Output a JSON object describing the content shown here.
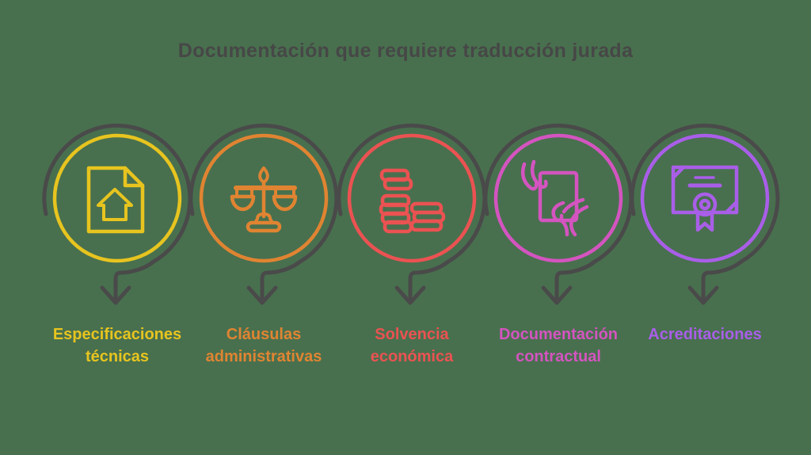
{
  "title": "Documentación que requiere traducción jurada",
  "background_color": "#48704E",
  "arrow_color": "#4A4A4A",
  "title_color": "#474747",
  "items": [
    {
      "label_lines": [
        "Especificaciones",
        "técnicas"
      ],
      "color": "#E7C41F",
      "icon": "document-home-icon"
    },
    {
      "label_lines": [
        "Cláusulas",
        "administrativas"
      ],
      "color": "#E08432",
      "icon": "scales-icon"
    },
    {
      "label_lines": [
        "Solvencia",
        "económica"
      ],
      "color": "#EB5252",
      "icon": "coins-icon"
    },
    {
      "label_lines": [
        "Documentación",
        "contractual"
      ],
      "color": "#D454C0",
      "icon": "hands-document-icon"
    },
    {
      "label_lines": [
        "Acreditaciones"
      ],
      "color": "#A95EE8",
      "icon": "certificate-icon"
    }
  ]
}
